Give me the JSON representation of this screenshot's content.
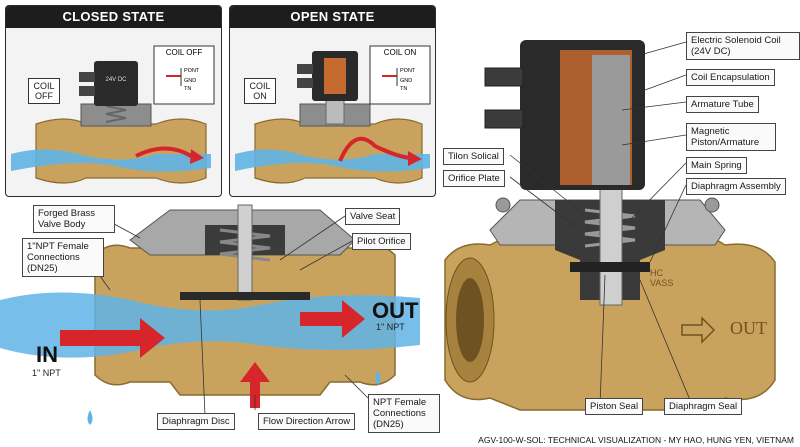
{
  "closed_panel": {
    "title": "CLOSED STATE",
    "coil_tag": "COIL OFF",
    "coil_box_title": "COIL OFF",
    "coil_label": "24V DC",
    "circuit_labels": [
      "PONT",
      "GND",
      "TN"
    ]
  },
  "open_panel": {
    "title": "OPEN STATE",
    "coil_tag": "COIL ON",
    "coil_box_title": "COIL ON",
    "circuit_labels": [
      "PONT",
      "GND",
      "TN"
    ]
  },
  "left_callouts": {
    "forged_brass": "Forged Brass Valve Body",
    "npt_connections": "1\"NPT Female Connections (DN25)",
    "valve_seat": "Valve Seat",
    "pilot_orifice": "Pilot Orifice",
    "diaphragm_disc": "Diaphragm Disc",
    "flow_arrow": "Flow Direction Arrow",
    "npt_female": "NPT Female Connections (DN25)"
  },
  "flow": {
    "in_label": "IN",
    "in_size": "1\" NPT",
    "out_label": "OUT",
    "out_size": "1\" NPT"
  },
  "right_callouts": {
    "solenoid_coil": "Electric Solenoid Coil (24V DC)",
    "coil_encapsulation": "Coil Encapsulation",
    "armature_tube": "Armature Tube",
    "magnetic_piston": "Magnetic Piston/Armature",
    "tilon_solical": "Tilon Solical",
    "orifice_plate": "Orifice Plate",
    "main_spring": "Main Spring",
    "diaphragm_assembly": "Diaphragm Assembly",
    "piston_seal": "Piston Seal",
    "diaphragm_seal": "Diaphragm Seal"
  },
  "valve_markings": {
    "out": "OUT",
    "body_text": "HC VASS"
  },
  "footer": "AGV-100-W-SOL: TECHNICAL VISUALIZATION - MY HAO, HUNG YEN, VIETNAM",
  "colors": {
    "brass": "#c9a35e",
    "brass_dark": "#8a6a2e",
    "water": "#5fb4e6",
    "arrow_red": "#d7262b",
    "coil_black": "#2a2a2a",
    "panel_header": "#1d1d1d"
  }
}
